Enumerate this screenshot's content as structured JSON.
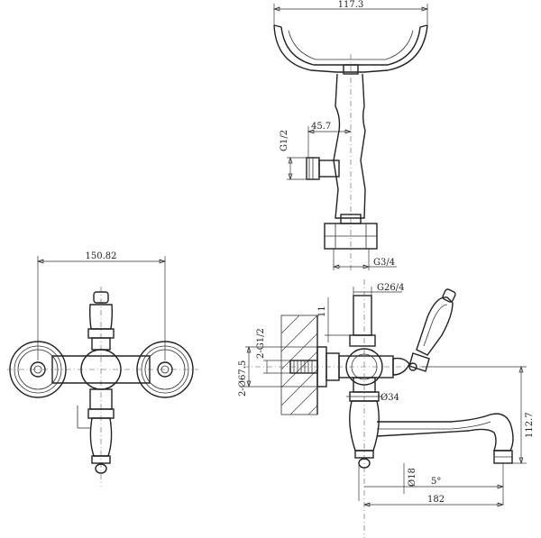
{
  "dimensions": {
    "top_width": "117.3",
    "inlet_offset": "45.7",
    "thread_g12_vertical": "G1/2",
    "thread_g34": "G3/4",
    "front_width": "150.82",
    "thread_g264": "G26/4",
    "thread_2g12": "2-G1/2",
    "dim_11": "11",
    "dia_675": "2-Ø67.5",
    "dia_34": "Ø34",
    "height_1127": "112.7",
    "dia_18": "Ø18",
    "angle_5": "5°",
    "length_182": "182"
  }
}
